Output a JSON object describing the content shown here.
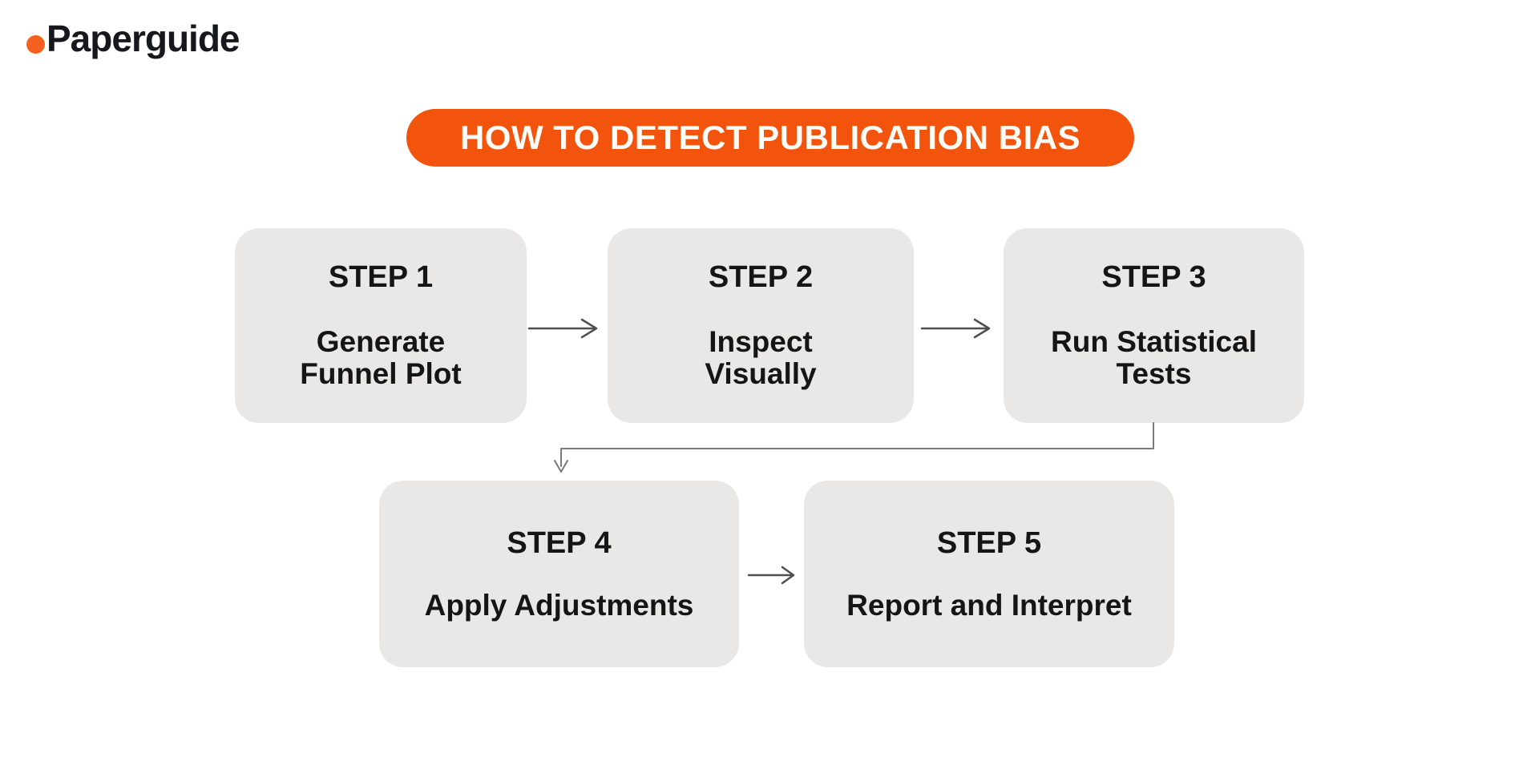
{
  "colors": {
    "accent_orange": "#F2540D",
    "logo_dot": "#F4611E",
    "box_bg": "#E9E8E6",
    "text_dark": "#151515",
    "arrow": "#4F4F4F",
    "connector": "#7A7A7A",
    "title_text": "#FFFCF8",
    "background": "#FFFFFF"
  },
  "logo": {
    "text": "Paperguide"
  },
  "title": {
    "text": "HOW TO DETECT PUBLICATION BIAS"
  },
  "steps": [
    {
      "heading": "STEP 1",
      "lines": [
        "Generate",
        "Funnel Plot"
      ]
    },
    {
      "heading": "STEP 2",
      "lines": [
        "Inspect",
        "Visually"
      ]
    },
    {
      "heading": "STEP 3",
      "lines": [
        "Run Statistical",
        "Tests"
      ]
    },
    {
      "heading": "STEP 4",
      "lines": [
        "Apply Adjustments"
      ]
    },
    {
      "heading": "STEP 5",
      "lines": [
        "Report and Interpret"
      ]
    }
  ],
  "icons": {
    "right_arrow": "→",
    "down_arrow": "↓"
  }
}
